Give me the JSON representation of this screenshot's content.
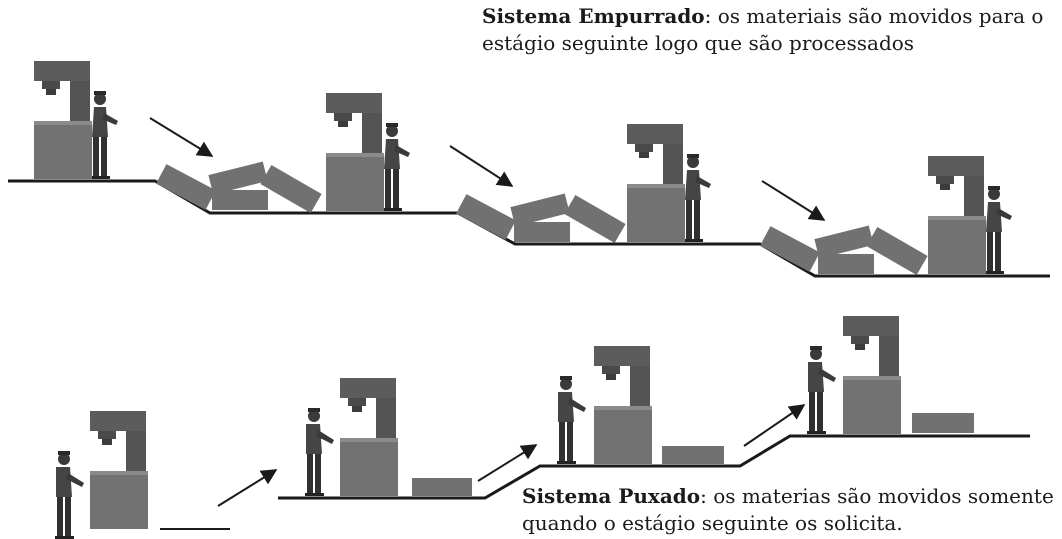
{
  "push_system": {
    "title": "Sistema Empurrado",
    "description": ": os materiais são movidos para o estágio seguinte logo que são processados"
  },
  "pull_system": {
    "title": "Sistema Puxado",
    "description": ": os materias são movidos somente quando o estágio seguinte os solicita."
  },
  "colors": {
    "machine_body": "#6b6b6b",
    "machine_head": "#5a5a5a",
    "box": "#717171",
    "worker": "#3a3a3a",
    "line": "#1a1a1a"
  },
  "icons": [
    "machine-icon",
    "worker-icon",
    "box-icon",
    "arrow-icon"
  ]
}
